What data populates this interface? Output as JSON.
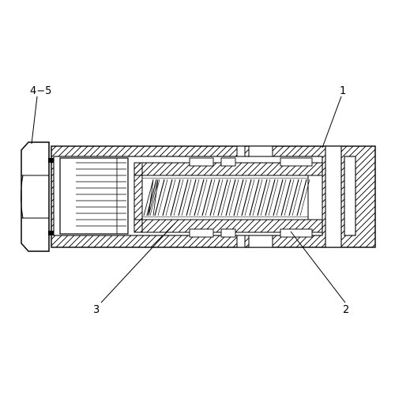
{
  "figure": {
    "callouts": {
      "plug_nut_and_seal": "4−5",
      "valve_body": "1",
      "spool_and_spring": "3",
      "sleeve": "2"
    }
  }
}
